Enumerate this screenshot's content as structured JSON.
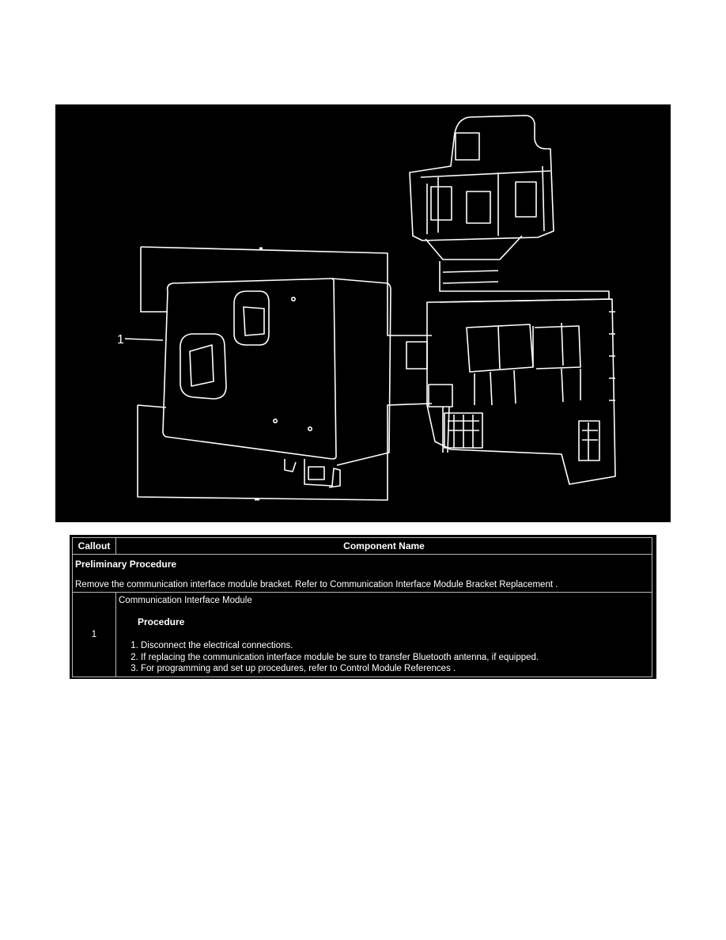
{
  "figure": {
    "alt": "Communication interface module and mounting bracket illustration",
    "callout_label": "1"
  },
  "table": {
    "headers": {
      "callout": "Callout",
      "component": "Component Name"
    },
    "preliminary": {
      "title": "Preliminary Procedure",
      "text": "Remove the communication interface module bracket. Refer to Communication Interface Module Bracket Replacement ."
    },
    "rows": [
      {
        "callout": "1",
        "component_name": "Communication Interface Module",
        "procedure_title": "Procedure",
        "steps": [
          "Disconnect the electrical connections.",
          "If replacing the communication interface module be sure to transfer Bluetooth antenna, if equipped.",
          "For programming and set up procedures, refer to Control Module References ."
        ]
      }
    ]
  },
  "colors": {
    "background": "#ffffff",
    "figure_bg": "#000000",
    "line": "#ffffff",
    "grid": "#b8b8b8"
  }
}
